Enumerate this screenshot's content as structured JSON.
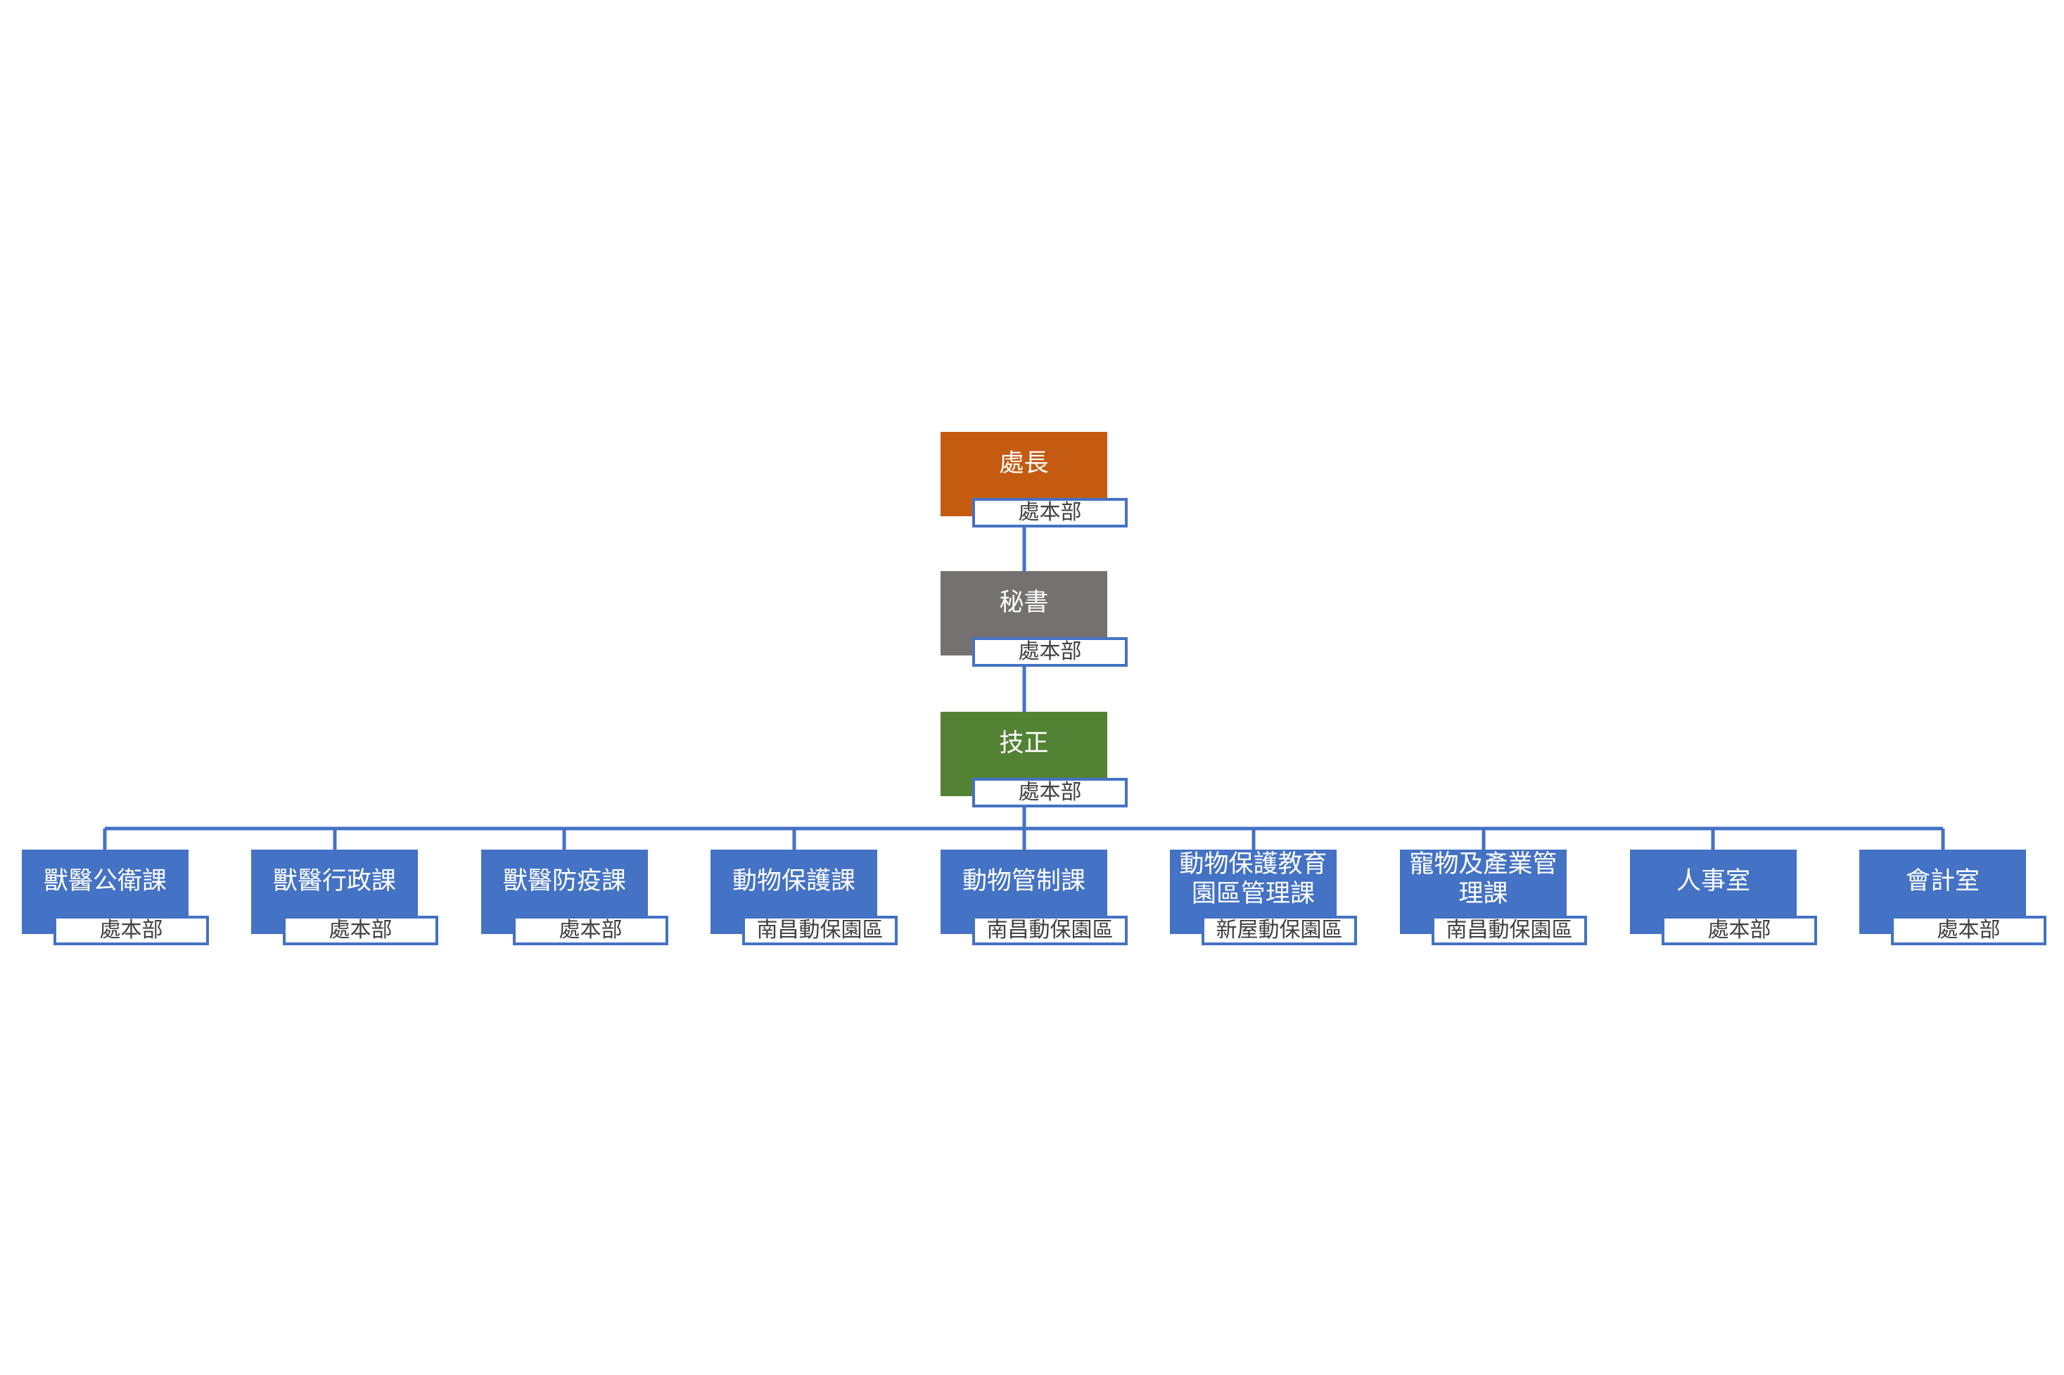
{
  "colors": {
    "director": "#c55a11",
    "secretary": "#767171",
    "technician": "#548235",
    "unit": "#4472c4",
    "line": "#4472c4"
  },
  "director": {
    "title": "處長",
    "location": "處本部"
  },
  "secretary": {
    "title": "秘書",
    "location": "處本部"
  },
  "technician": {
    "title": "技正",
    "location": "處本部"
  },
  "units": [
    {
      "title": "獸醫公衛課",
      "location": "處本部"
    },
    {
      "title": "獸醫行政課",
      "location": "處本部"
    },
    {
      "title": "獸醫防疫課",
      "location": "處本部"
    },
    {
      "title": "動物保護課",
      "location": "南昌動保園區"
    },
    {
      "title": "動物管制課",
      "location": "南昌動保園區"
    },
    {
      "title": "動物保護教育園區管理課",
      "location": "新屋動保園區"
    },
    {
      "title": "寵物及產業管理課",
      "location": "南昌動保園區"
    },
    {
      "title": "人事室",
      "location": "處本部"
    },
    {
      "title": "會計室",
      "location": "處本部"
    }
  ]
}
